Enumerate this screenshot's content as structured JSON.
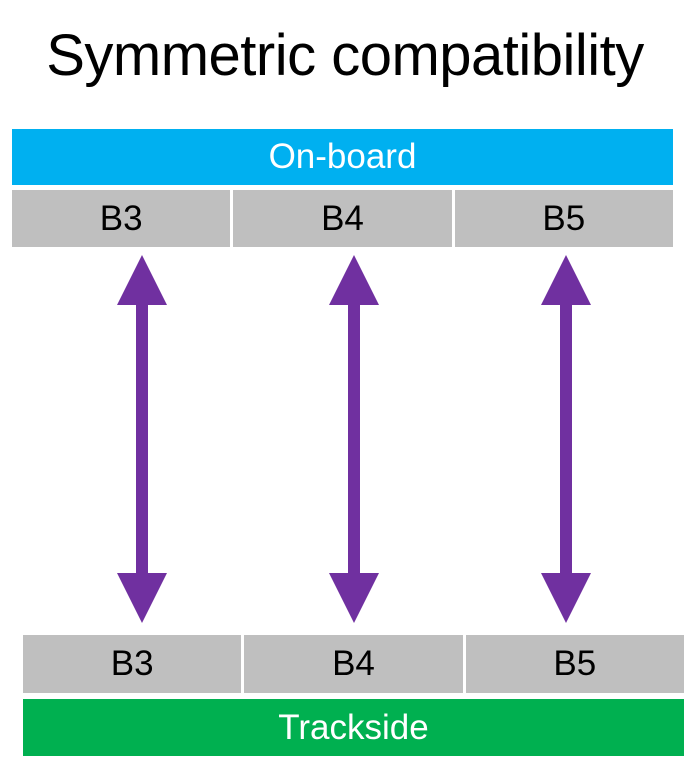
{
  "title": "Symmetric compatibility",
  "onboard": {
    "label": "On-board",
    "color": "#00b0f0",
    "baselines": [
      "B3",
      "B4",
      "B5"
    ]
  },
  "trackside": {
    "label": "Trackside",
    "color": "#00b050",
    "baselines": [
      "B3",
      "B4",
      "B5"
    ]
  },
  "arrow_color": "#7030a0"
}
